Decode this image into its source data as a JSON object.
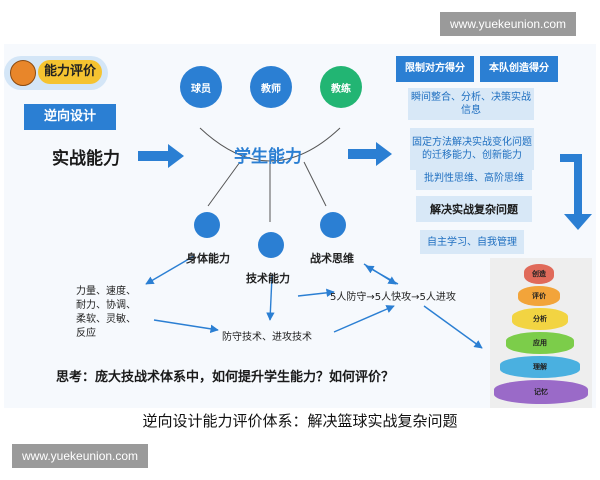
{
  "watermark_top": "www.yuekeunion.com",
  "watermark_bottom": "www.yuekeunion.com",
  "caption": "逆向设计能力评价体系：解决篮球实战复杂问题",
  "diagram": {
    "title": "能力评价",
    "reverse_design": "逆向设计",
    "combat_ability": "实战能力",
    "center_label": "学生能力",
    "top_circles": [
      "球员",
      "教师",
      "教练"
    ],
    "sub_abilities": [
      "身体能力",
      "技术能力",
      "战术思维"
    ],
    "physical_list": [
      "力量、速度、",
      "耐力、协调、",
      "柔软、灵敏、",
      "反应"
    ],
    "skills": "防守技术、进攻技术",
    "tactics": "5人防守→5人快攻→5人进攻",
    "question": "思考：庞大技战术体系中，如何提升学生能力？如何评价？",
    "right_boxes": [
      "限制对方得分",
      "本队创造得分"
    ],
    "right_items": [
      "瞬间整合、分析、决策实战信息",
      "固定方法解决实战变化问题的迁移能力、创新能力",
      "批判性思维、高阶思维",
      "解决实战复杂问题",
      "自主学习、自我管理"
    ],
    "pyramid_levels": [
      "创造",
      "评价",
      "分析",
      "应用",
      "理解",
      "记忆"
    ],
    "colors": {
      "primary_blue": "#2b7fd3",
      "light_blue": "#d8e8f7",
      "title_pill": "#f5c330",
      "basketball": "#e8862a"
    }
  }
}
